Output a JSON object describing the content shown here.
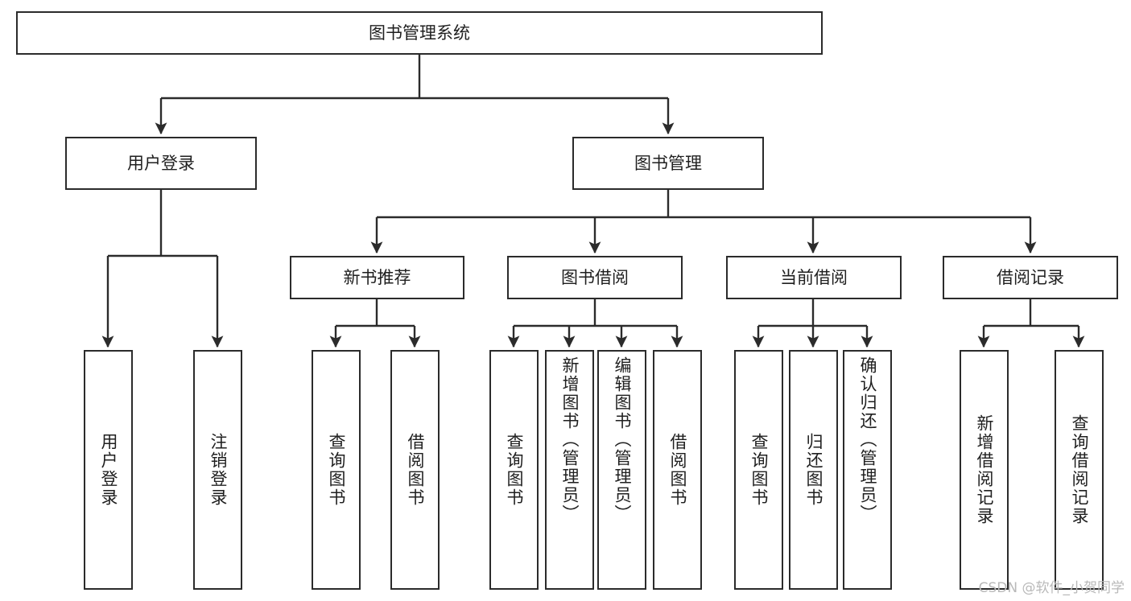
{
  "diagram": {
    "title": "图书管理系统",
    "type": "tree-hierarchy",
    "root": {
      "label": "图书管理系统"
    },
    "level2": [
      {
        "label": "用户登录"
      },
      {
        "label": "图书管理"
      }
    ],
    "level3": [
      {
        "label": "新书推荐"
      },
      {
        "label": "图书借阅"
      },
      {
        "label": "当前借阅"
      },
      {
        "label": "借阅记录"
      }
    ],
    "leaves": {
      "user_login": [
        {
          "label": "用户登录"
        },
        {
          "label": "注销登录"
        }
      ],
      "new_book_recommend": [
        {
          "label": "查询图书"
        },
        {
          "label": "借阅图书"
        }
      ],
      "book_borrow": [
        {
          "label": "查询图书"
        },
        {
          "label": "新增图书（管理员）"
        },
        {
          "label": "编辑图书（管理员）"
        },
        {
          "label": "借阅图书"
        }
      ],
      "current_borrow": [
        {
          "label": "查询图书"
        },
        {
          "label": "归还图书"
        },
        {
          "label": "确认归还（管理员）"
        }
      ],
      "borrow_records": [
        {
          "label": "新增借阅记录"
        },
        {
          "label": "查询借阅记录"
        }
      ]
    }
  },
  "watermark": {
    "text": "CSDN @软件_小贺同学"
  },
  "colors": {
    "stroke": "#2b2b2b",
    "box_fill": "#ffffff",
    "text": "#1f1f1f",
    "watermark": "#b9b9b9",
    "background": "#ffffff"
  }
}
